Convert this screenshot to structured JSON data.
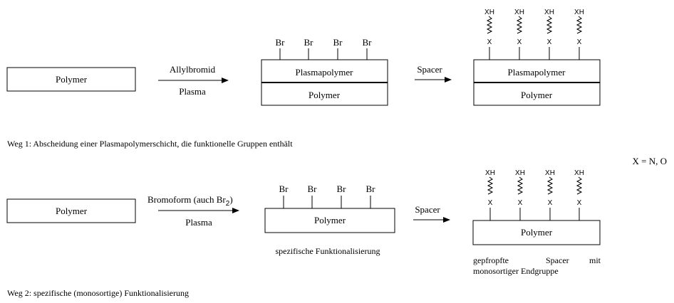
{
  "row1": {
    "polymer_label": "Polymer",
    "reagent": "Allylbromid",
    "condition": "Plasma",
    "plasma_layer": "Plasmapolymer",
    "substrate": "Polymer",
    "br_labels": [
      "Br",
      "Br",
      "Br",
      "Br"
    ],
    "spacer_step": "Spacer",
    "grafted_layer": "Plasmapolymer",
    "grafted_substrate": "Polymer",
    "caption": "Weg 1: Abscheidung einer Plasmapolymerschicht, die funktionelle Gruppen enthält"
  },
  "side_note": "X = N, O",
  "row2": {
    "polymer_label": "Polymer",
    "reagent_main": "Bromoform (auch Br",
    "reagent_sub": "2",
    "reagent_close": ")",
    "condition": "Plasma",
    "product": "Polymer",
    "br_labels": [
      "Br",
      "Br",
      "Br",
      "Br"
    ],
    "product_caption": "spezifische Funktionalisierung",
    "spacer_step": "Spacer",
    "grafted_product": "Polymer",
    "grafted_caption_line1_a": "gepfropfte",
    "grafted_caption_line1_b": "Spacer",
    "grafted_caption_line1_c": "mit",
    "grafted_caption_line2": "monosortiger Endgruppe",
    "caption": "Weg 2: spezifische (monosortige) Funktionalisierung"
  },
  "spacer_chain": {
    "top_group": "XH",
    "anchor_atom": "X"
  }
}
